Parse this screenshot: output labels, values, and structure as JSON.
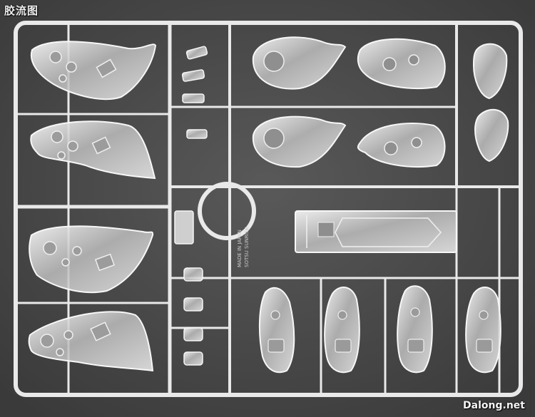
{
  "watermark_top": "胶流图",
  "watermark_bottom": "Dalong.net",
  "sprue_mold_text": [
    "MADE IN JAPAN",
    "SOTSU SUNRISE"
  ],
  "colors": {
    "background": "#474747",
    "sprue": "#e9e9e9",
    "part_fill": "#d7d7d7",
    "part_edge": "#f6f6f6"
  }
}
